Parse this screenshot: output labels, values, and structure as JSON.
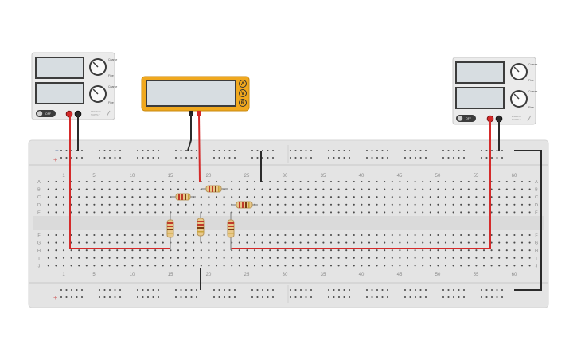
{
  "power_supply_left": {
    "knob1_labels": [
      "Coarse",
      "Fine"
    ],
    "knob2_labels": [
      "Coarse",
      "Fine"
    ],
    "switch_label": "OFF",
    "brand_lines": [
      "ENERGY",
      "SUPPLY"
    ]
  },
  "power_supply_right": {
    "knob1_labels": [
      "Coarse",
      "Fine"
    ],
    "knob2_labels": [
      "Coarse",
      "Fine"
    ],
    "switch_label": "OFF",
    "brand_lines": [
      "ENERGY",
      "SUPPLY"
    ]
  },
  "multimeter": {
    "modes": [
      "A",
      "V",
      "R"
    ],
    "body_color": "#f0a81e"
  },
  "breadboard": {
    "column_numbers": [
      "1",
      "5",
      "10",
      "15",
      "20",
      "25",
      "30",
      "35",
      "40",
      "45",
      "50",
      "55",
      "60"
    ],
    "row_letters_top": [
      "A",
      "B",
      "C",
      "D",
      "E"
    ],
    "row_letters_bottom": [
      "F",
      "G",
      "H",
      "I",
      "J"
    ],
    "rail_negative": "−",
    "rail_positive": "+"
  },
  "colors": {
    "wire_red": "#d42a2a",
    "wire_black": "#2b2b2b",
    "board": "#e4e4e4",
    "hole": "#4a4a4a"
  }
}
